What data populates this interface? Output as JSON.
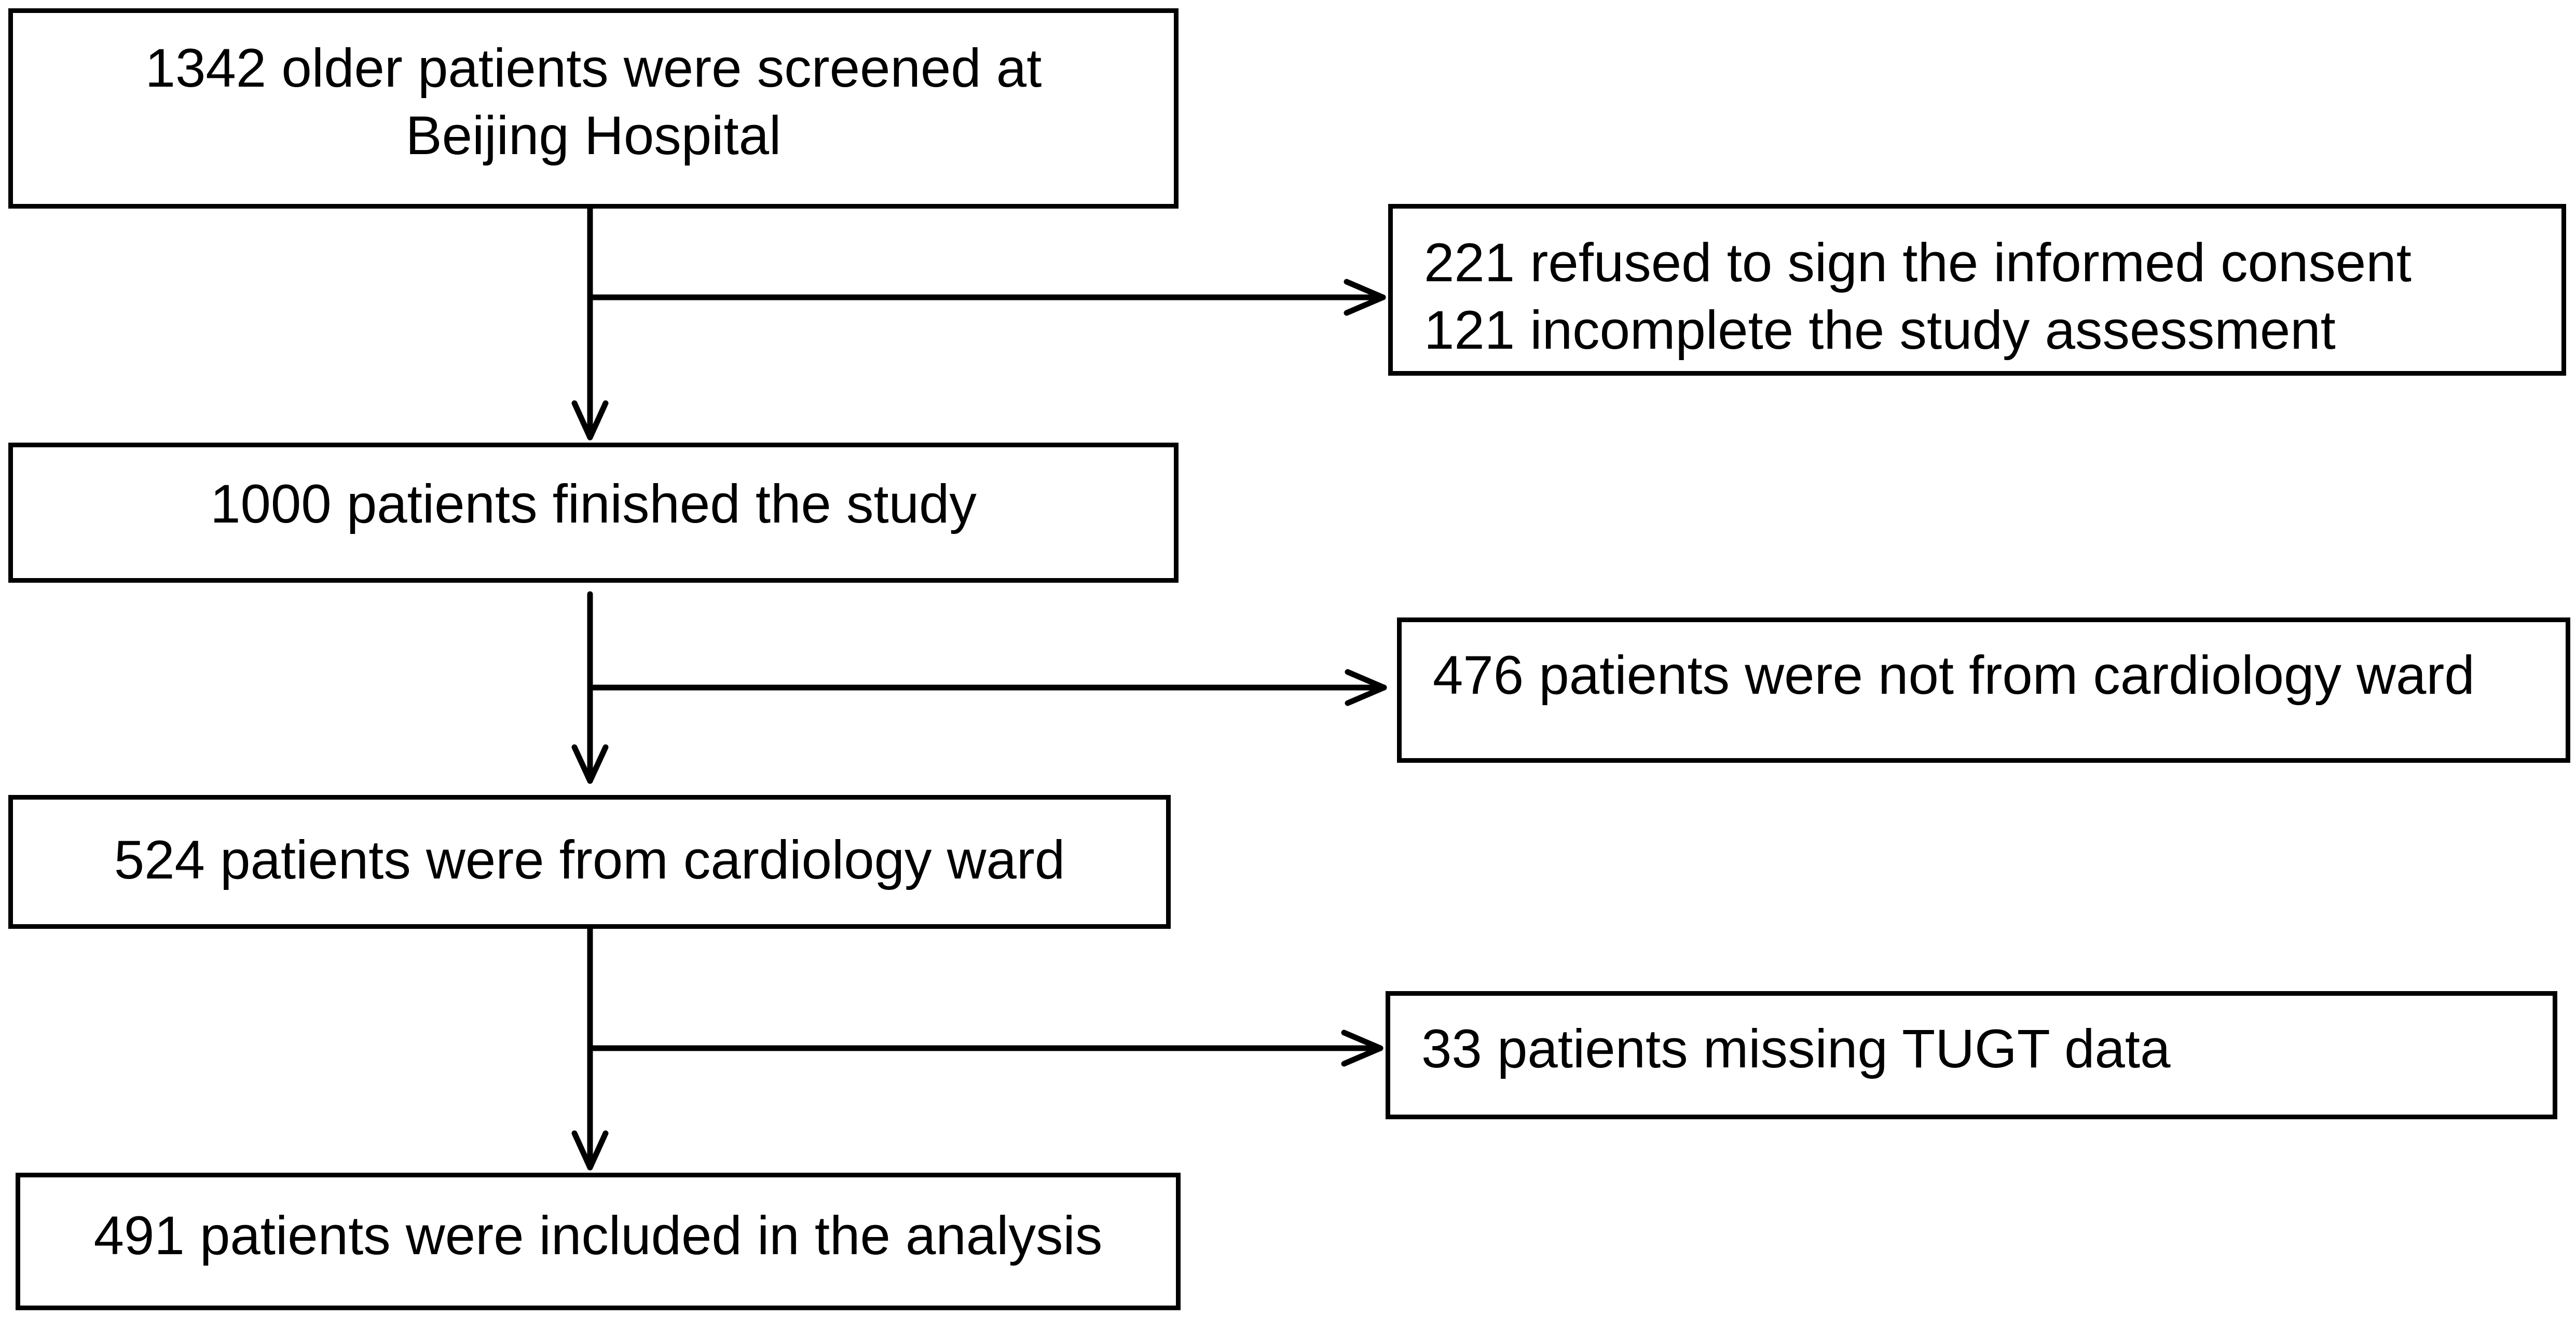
{
  "flowchart": {
    "screened": {
      "line1": "1342 older patients were screened at",
      "line2": "Beijing Hospital"
    },
    "exclusion1": {
      "line1": "221 refused to sign the informed consent",
      "line2": "121 incomplete the study assessment"
    },
    "finished": {
      "text": "1000 patients finished the study"
    },
    "exclusion2": {
      "text": "476 patients were not from cardiology ward"
    },
    "cardiology": {
      "text": "524 patients were from cardiology ward"
    },
    "exclusion3": {
      "text": "33 patients missing TUGT data"
    },
    "included": {
      "text": "491 patients were included in the analysis"
    }
  }
}
